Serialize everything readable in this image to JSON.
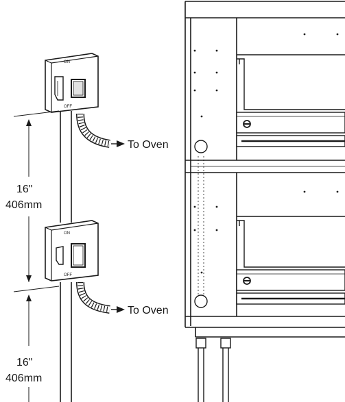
{
  "disconnects": [
    {
      "on_label": "ON",
      "off_label": "OFF",
      "lead_label": "To Oven"
    },
    {
      "on_label": "ON",
      "off_label": "OFF",
      "lead_label": "To Oven"
    }
  ],
  "dimensions": [
    {
      "inches": "16\"",
      "mm": "406mm"
    },
    {
      "inches": "16\"",
      "mm": "406mm"
    }
  ],
  "colors": {
    "line": "#1a1a1a",
    "panel_fill": "#ffffff",
    "shade": "#e2e2e2"
  }
}
